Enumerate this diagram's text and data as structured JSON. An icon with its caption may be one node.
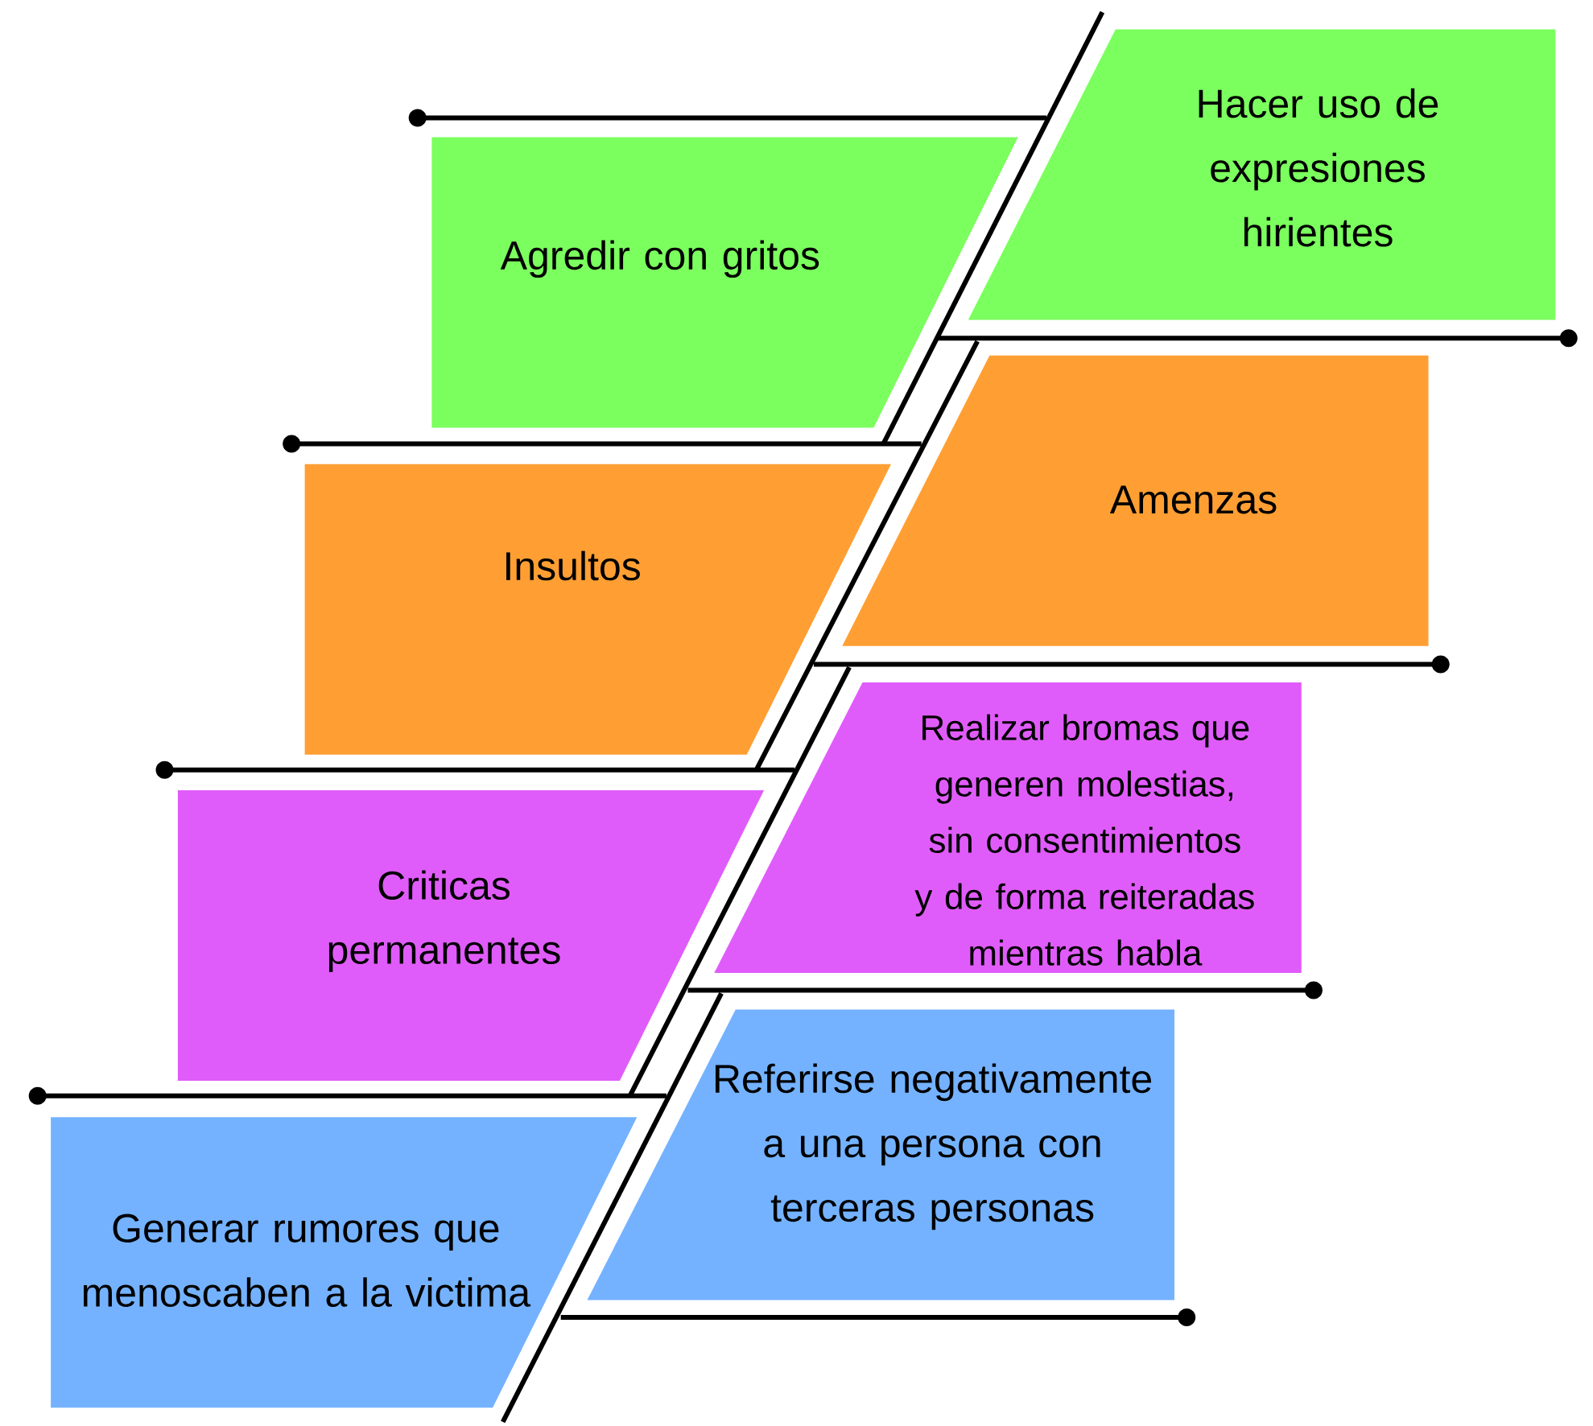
{
  "diagram": {
    "nodes": [
      {
        "text": [
          "Hacer uso de expresiones hirientes"
        ]
      },
      {
        "text": [
          "Agredir con gritos"
        ]
      },
      {
        "text": [
          "Amenzas"
        ]
      },
      {
        "text": [
          "Insultos"
        ]
      },
      {
        "text": [
          "Realizar bromas que generen molestias, sin consentimientos y de forma reiteradas mientras habla"
        ]
      },
      {
        "text": [
          "Criticas permanentes"
        ]
      },
      {
        "text": [
          "Referirse negativamente a una persona con terceras personas"
        ]
      },
      {
        "text": [
          "Generar rumores que menoscaben a la victima"
        ]
      }
    ]
  }
}
